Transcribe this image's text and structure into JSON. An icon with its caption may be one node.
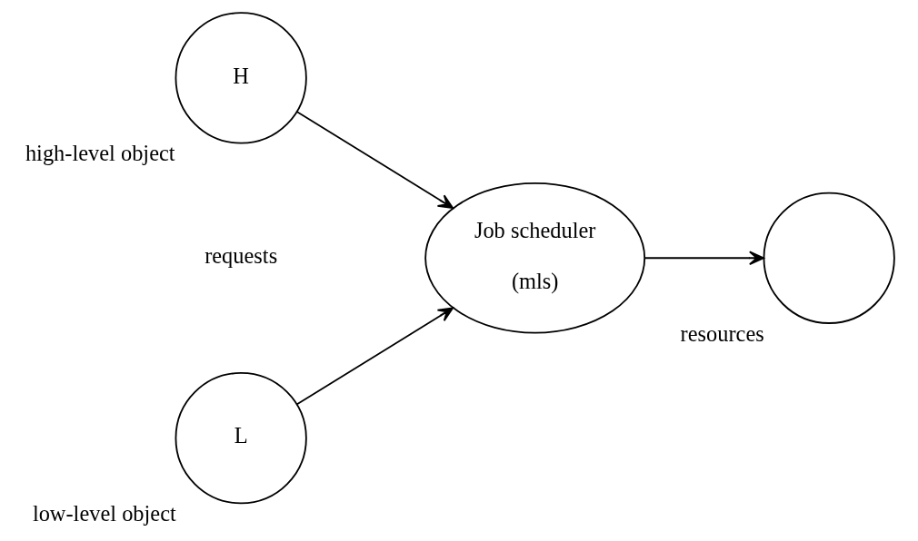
{
  "diagram": {
    "nodes": [
      {
        "text": [
          "H"
        ],
        "beside": [
          "high-level object"
        ]
      },
      {
        "text": [
          "L"
        ],
        "beside": [
          "low-level object"
        ]
      },
      {
        "text": [
          "Job scheduler",
          "(mls)"
        ]
      },
      {
        "text": [],
        "shape": "circle",
        "beside": [
          "resources"
        ]
      }
    ],
    "edges": [
      {
        "from": 0,
        "to": 2,
        "arrow": "to"
      },
      {
        "from": 1,
        "to": 2,
        "arrow": "to"
      },
      {
        "from": 2,
        "to": 3,
        "arrow": "to"
      }
    ],
    "labels": [
      "requests"
    ]
  }
}
